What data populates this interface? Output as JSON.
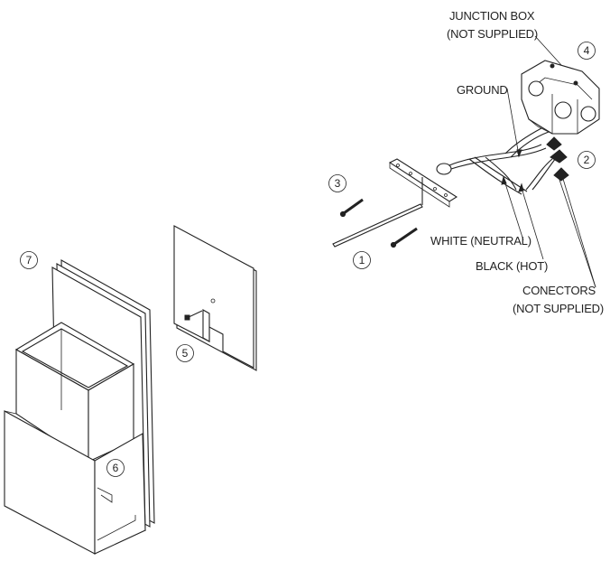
{
  "labels": {
    "junction_box_line1": "JUNCTION BOX",
    "junction_box_line2": "(NOT SUPPLIED)",
    "ground": "GROUND",
    "white_neutral": "WHITE (NEUTRAL)",
    "black_hot": "BLACK (HOT)",
    "connectors_line1": "CONECTORS",
    "connectors_line2": "(NOT SUPPLIED)"
  },
  "callouts": {
    "n1": "1",
    "n2": "2",
    "n3": "3",
    "n4": "4",
    "n5": "5",
    "n6": "6",
    "n7": "7"
  }
}
